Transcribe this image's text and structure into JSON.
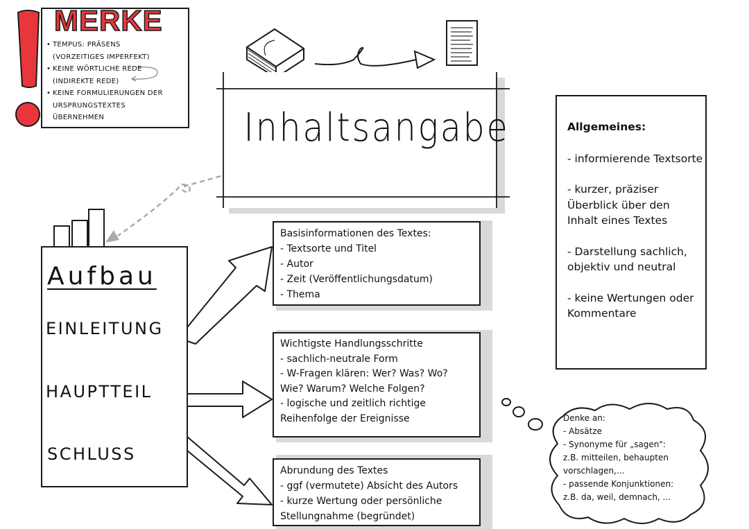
{
  "merke": {
    "title": "MERKE",
    "items": [
      {
        "text": "Tempus: Präsens",
        "bullet": true
      },
      {
        "text": "(Vorzeitiges Imperfekt)",
        "bullet": false
      },
      {
        "text": "Keine wörtliche Rede",
        "bullet": true
      },
      {
        "text": "(indirekte Rede)",
        "bullet": false
      },
      {
        "text": "Keine Formulierungen der",
        "bullet": true
      },
      {
        "text": "Ursprungstextes",
        "bullet": false
      },
      {
        "text": "übernehmen",
        "bullet": false
      }
    ],
    "accent_color": "#e8373c"
  },
  "title": "Inhaltsangabe",
  "aufbau": {
    "heading": "Aufbau",
    "sections": [
      "EINLEITUNG",
      "HAUPTTEIL",
      "SCHLUSS"
    ]
  },
  "boxes": {
    "einleitung": {
      "lines": [
        "Basisinformationen des Textes:",
        "- Textsorte und Titel",
        "- Autor",
        "- Zeit (Veröffentlichungsdatum)",
        "- Thema"
      ]
    },
    "hauptteil": {
      "lines": [
        "Wichtigste Handlungsschritte",
        "- sachlich-neutrale Form",
        "- W-Fragen klären: Wer? Was? Wo?",
        "Wie? Warum? Welche Folgen?",
        "- logische und zeitlich richtige",
        "Reihenfolge der Ereignisse"
      ]
    },
    "schluss": {
      "lines": [
        "Abrundung des Textes",
        "- ggf (vermutete) Absicht des Autors",
        "- kurze Wertung oder persönliche",
        "Stellungnahme (begründet)"
      ]
    }
  },
  "allgemeines": {
    "heading": "Allgemeines:",
    "paragraphs": [
      "- informierende Textsorte",
      "- kurzer, präziser Überblick über den Inhalt eines Textes",
      "- Darstellung sachlich, objektiv und neutral",
      "- keine Wertungen oder Kommentare"
    ]
  },
  "cloud": {
    "lines": [
      "Denke an:",
      "- Absätze",
      "- Synonyme für „sagen\":",
      "z.B. mitteilen, behaupten",
      "vorschlagen,...",
      "- passende Konjunktionen:",
      "z.B. da, weil, demnach, ..."
    ]
  }
}
